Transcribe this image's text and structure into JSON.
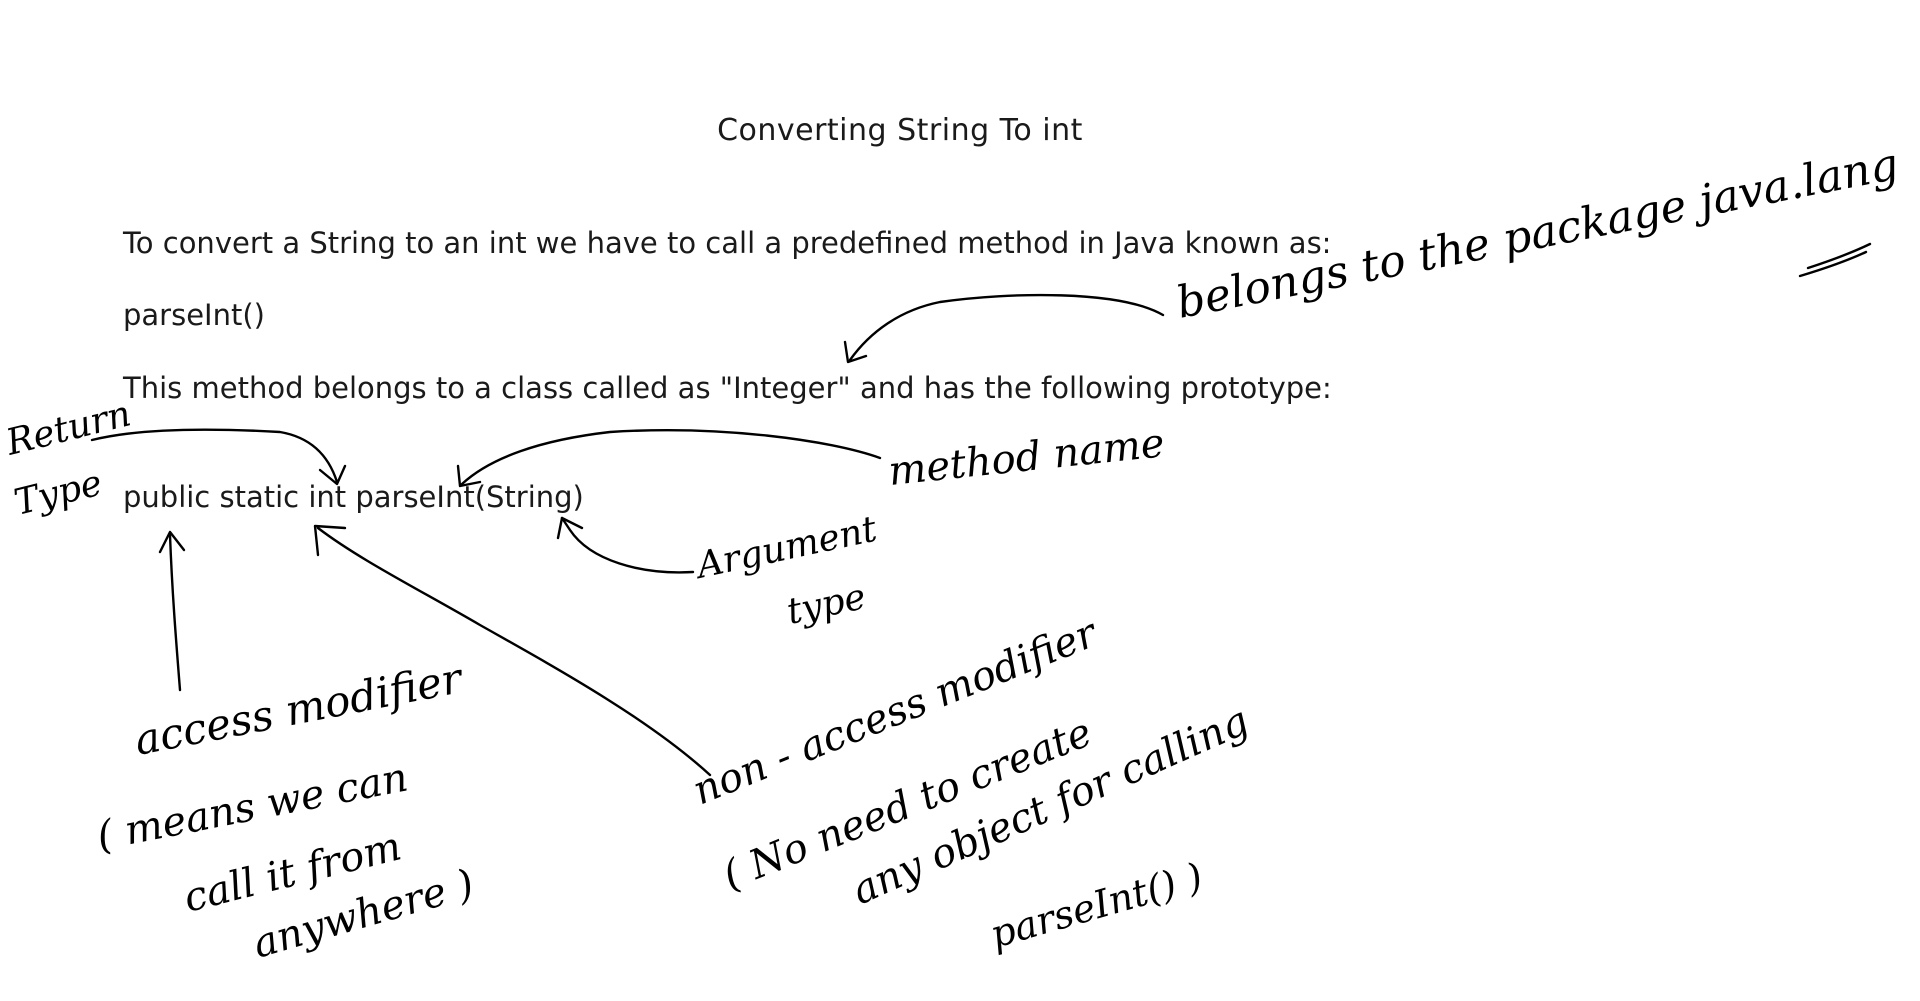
{
  "document": {
    "title": "Converting String To int",
    "lines": [
      "To convert a String to an int we have to call a predefined method in Java known as:",
      "parseInt()",
      "This method belongs to a class called as \"Integer\" and has the following prototype:",
      "public static int parseInt(String)"
    ]
  },
  "annotations": {
    "package_note": "belongs to the package java.lang",
    "return_type": [
      "Return",
      "Type"
    ],
    "method_name": "method name",
    "argument_type": [
      "Argument",
      "type"
    ],
    "access_modifier": [
      "access modifier",
      "( means we can",
      "call it from",
      "anywhere )"
    ],
    "non_access_modifier": [
      "non - access modifier",
      "( No need to create",
      "any object for calling",
      "parseInt() )"
    ]
  }
}
